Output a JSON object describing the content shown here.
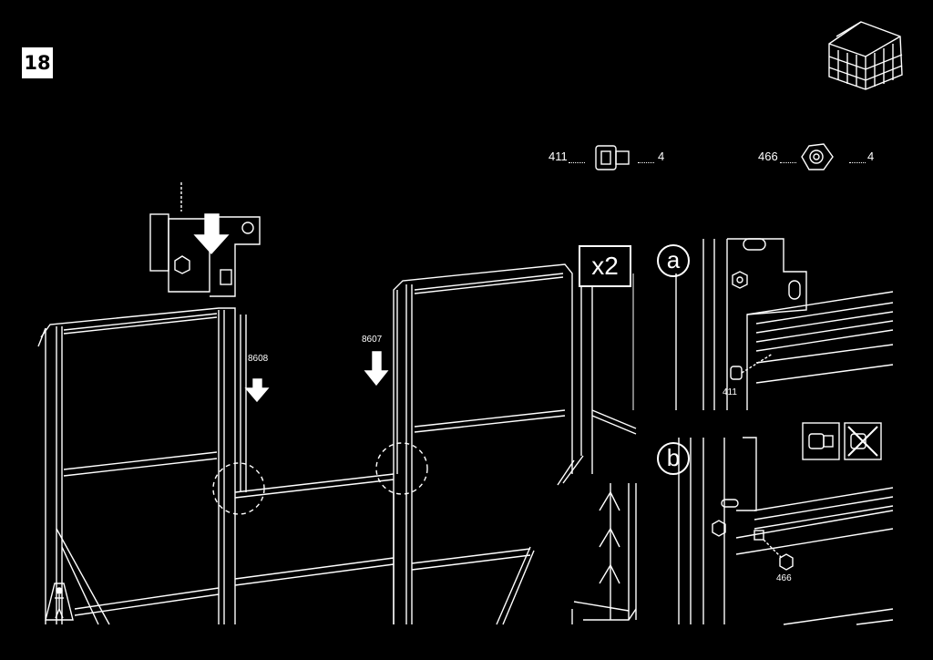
{
  "step": {
    "number": "18"
  },
  "hardware": [
    {
      "part": "411",
      "quantity": "4",
      "icon": "bolt-icon"
    },
    {
      "part": "466",
      "quantity": "4",
      "icon": "nut-icon"
    }
  ],
  "multiplier": "x2",
  "details": [
    {
      "letter": "a",
      "part": "411"
    },
    {
      "letter": "b",
      "part": "466"
    }
  ],
  "panels": [
    {
      "part": "8608"
    },
    {
      "part": "8607"
    }
  ]
}
